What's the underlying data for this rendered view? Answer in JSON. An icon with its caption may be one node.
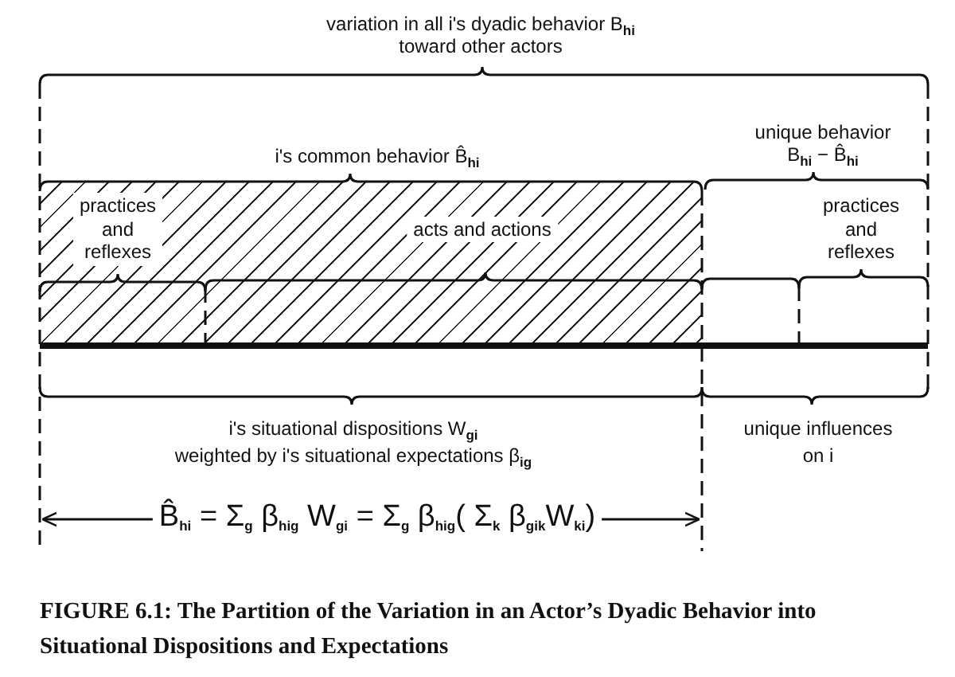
{
  "diagram": {
    "caption": "FIGURE 6.1: The Partition of the Variation in an Actor’s Dyadic Behavior into Situational Dispositions and Expectations",
    "nodes": [
      {
        "text": [
          "practices and reflexes",
          "acts and actions"
        ]
      }
    ],
    "labels": [
      "variation in all i's dyadic behavior B$_{hi}$ toward other actors",
      "i's common behavior B̂$_{hi}$",
      "unique behavior B$_{hi}$ − B̂$_{hi}$",
      "practices and reflexes",
      "i's situational dispositions W$_{gi}$ weighted by i's situational expectations β$_{ig}$",
      "unique influences on i",
      "B̂$_{hi}$ = Σ$_{g}$ β$_{hig}$ W$_{gi}$ = Σ$_{g}$ β$_{hig}$( Σ$_{k}$ β$_{gik}$W$_{ki}$)"
    ]
  }
}
